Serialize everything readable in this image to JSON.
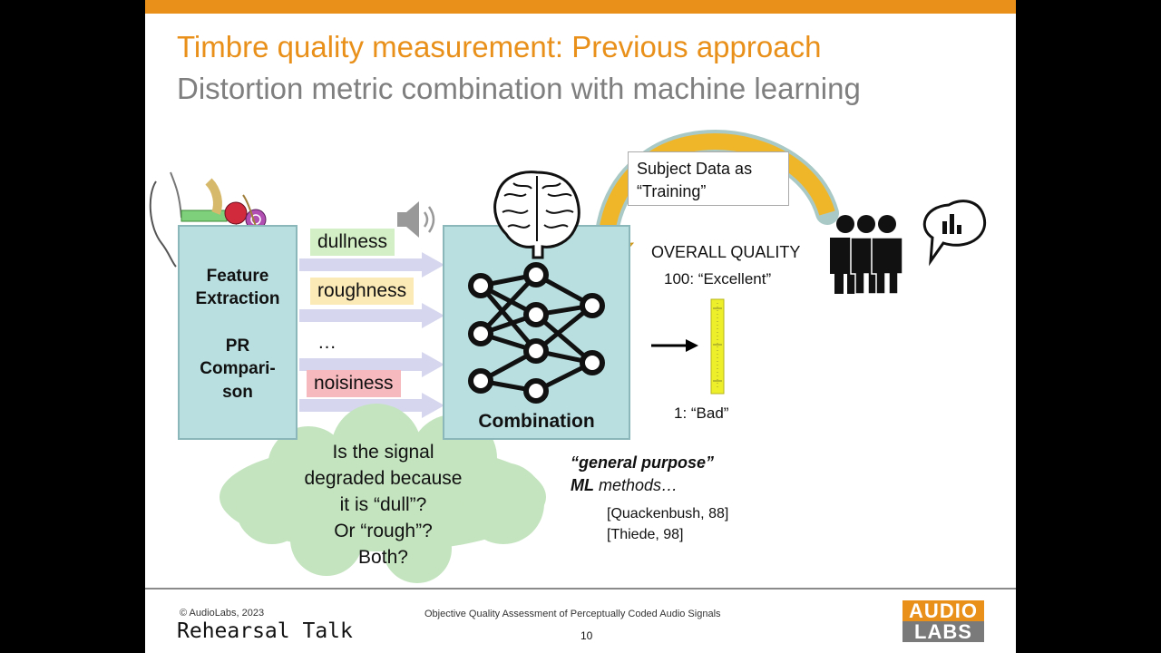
{
  "colors": {
    "accent": "#e8901a",
    "subtitle": "#7f7f7f",
    "box_fill": "#b9dfe0",
    "band": "#d6d6ef",
    "cloud": "#c4e4bf",
    "ruler": "#ecef2a"
  },
  "slide": {
    "title": "Timbre quality measurement: Previous approach",
    "subtitle": "Distortion metric combination with machine learning"
  },
  "diagram": {
    "feature_box": {
      "line1": "Feature",
      "line2": "Extraction",
      "line3": "PR",
      "line4": "Compari-",
      "line5": "son"
    },
    "features": [
      {
        "label": "dullness",
        "color": "#d3efc5"
      },
      {
        "label": "roughness",
        "color": "#fbe9b6"
      },
      {
        "label": "…",
        "color": "transparent"
      },
      {
        "label": "noisiness",
        "color": "#f6b9bd"
      }
    ],
    "combination_label": "Combination",
    "subject_data": {
      "line1": "Subject Data as",
      "line2": "“Training”"
    },
    "overall_quality": "OVERALL QUALITY",
    "excellent": "100: “Excellent”",
    "bad": "1: “Bad”",
    "cloud": {
      "line1": "Is the signal",
      "line2": "degraded because",
      "line3": "it is “dull”?",
      "line4": "Or “rough”?",
      "line5": "Both?"
    },
    "ml_note": {
      "line1": "“general purpose”",
      "line2_bold": "ML",
      "line2_rest": " methods…",
      "ref1": "[Quackenbush, 88]",
      "ref2": "[Thiede, 98]"
    },
    "icons": [
      "ear-icon",
      "speaker-icon",
      "brain-icon",
      "neural-network-icon",
      "people-icon",
      "speech-bubble-chart-icon",
      "ruler-icon",
      "arrow-right-icon"
    ]
  },
  "footer": {
    "copyright": "© AudioLabs, 2023",
    "talk_title": "Objective Quality Assessment of Perceptually Coded Audio Signals",
    "page_number": "10",
    "logo_line1": "AUDIO",
    "logo_line2": "LABS"
  },
  "overlay": {
    "rehearsal": "Rehearsal Talk"
  }
}
